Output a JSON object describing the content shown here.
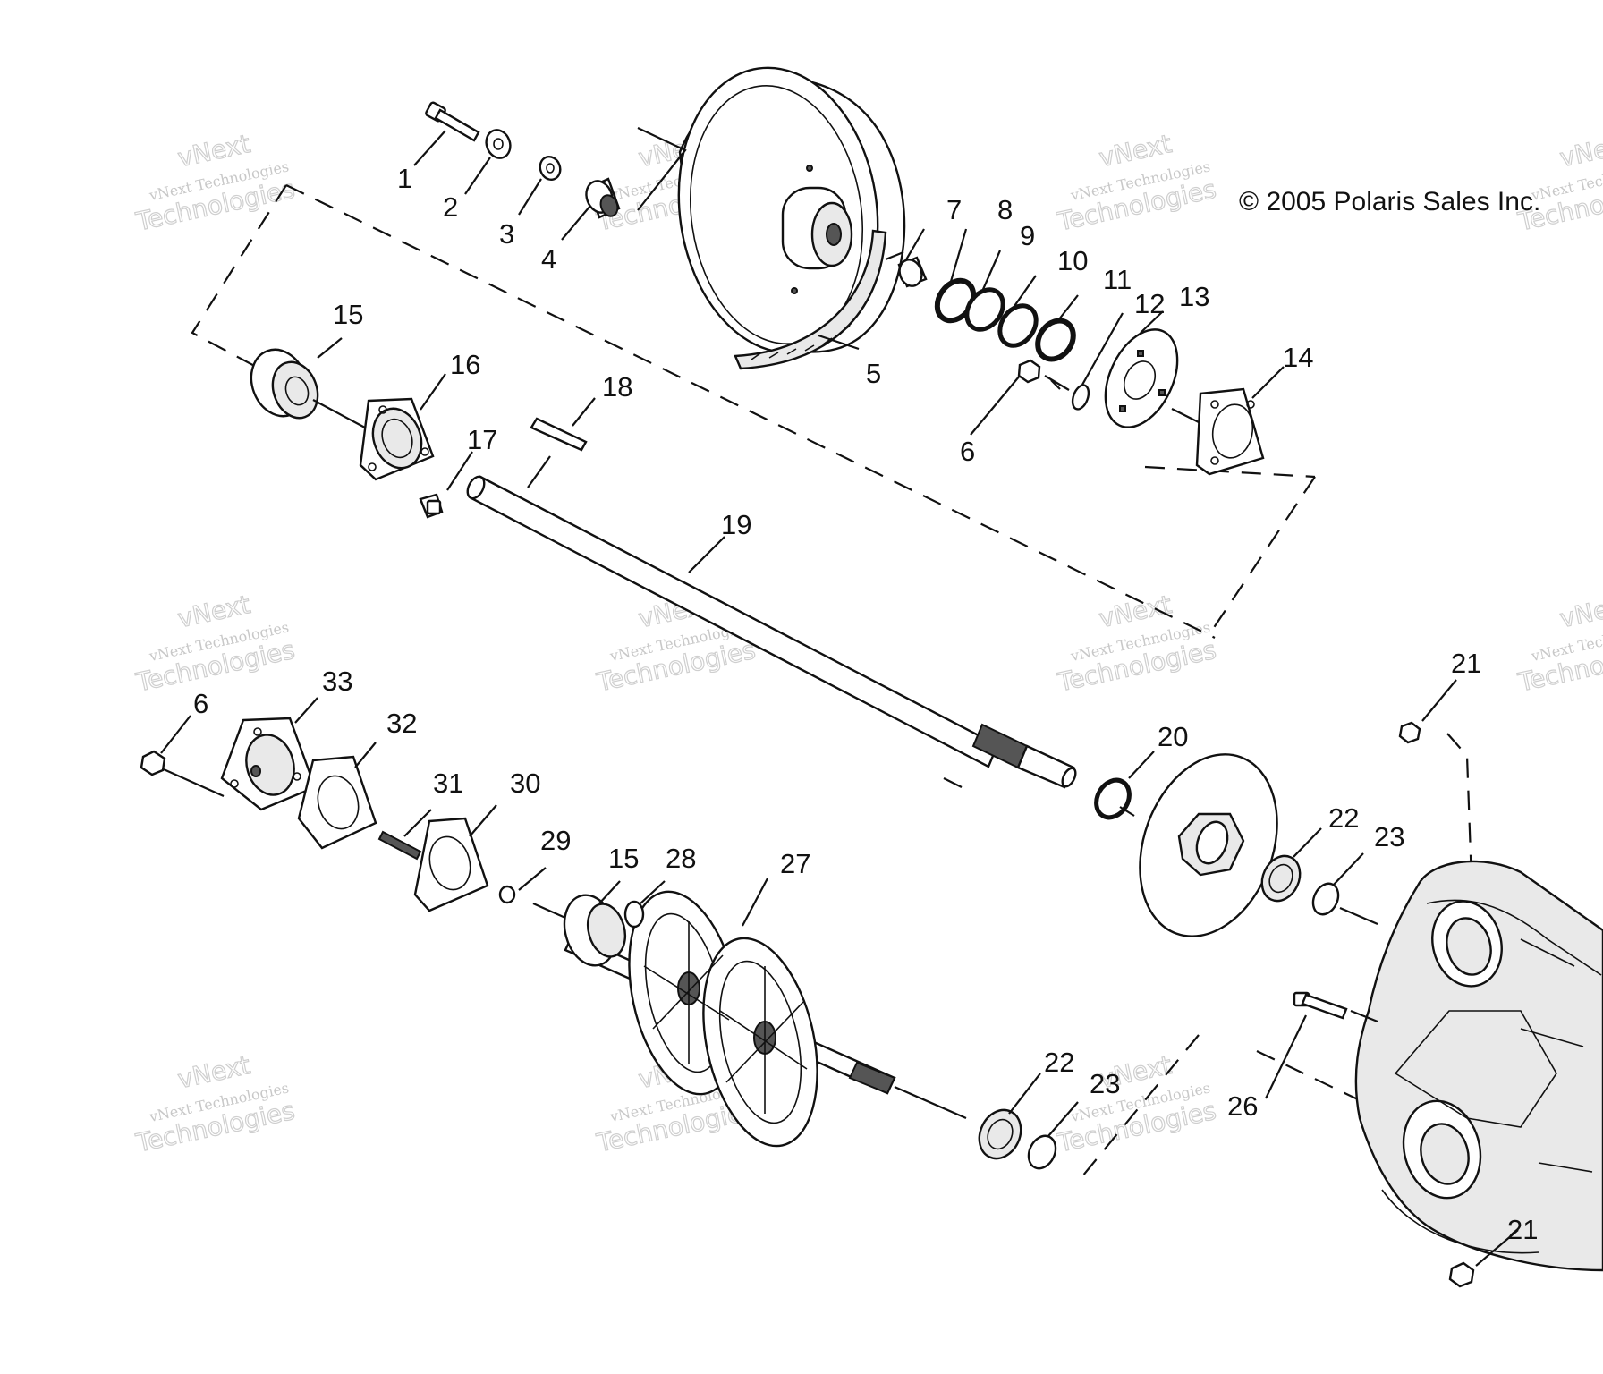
{
  "copyright": "© 2005 Polaris Sales Inc.",
  "watermark": {
    "line1": "vNext Technologies",
    "line2": "vNext",
    "line3": "Technologies"
  },
  "callouts": {
    "c1": "1",
    "c2": "2",
    "c3": "3",
    "c4": "4",
    "c5": "5",
    "c6a": "6",
    "c6b": "6",
    "c7": "7",
    "c8": "8",
    "c9": "9",
    "c10": "10",
    "c11": "11",
    "c12": "12",
    "c13": "13",
    "c14": "14",
    "c15a": "15",
    "c15b": "15",
    "c16": "16",
    "c17": "17",
    "c18": "18",
    "c19": "19",
    "c20": "20",
    "c21a": "21",
    "c21b": "21",
    "c22a": "22",
    "c22b": "22",
    "c23a": "23",
    "c23b": "23",
    "c26": "26",
    "c27": "27",
    "c28": "28",
    "c29": "29",
    "c30": "30",
    "c31": "31",
    "c32": "32",
    "c33": "33"
  }
}
